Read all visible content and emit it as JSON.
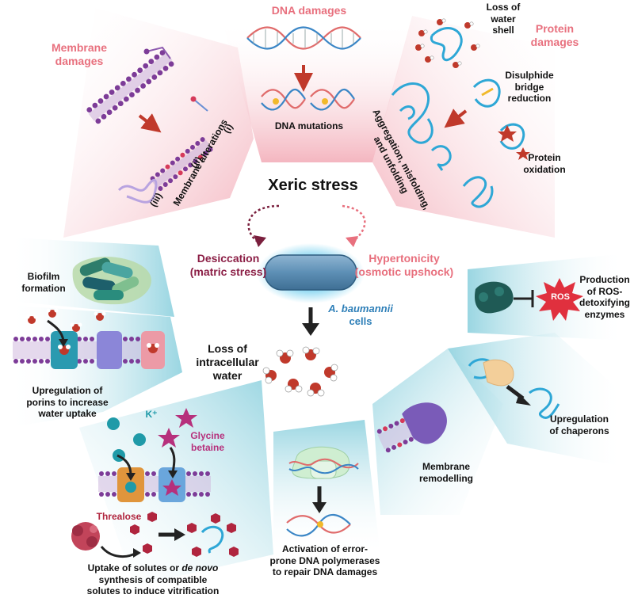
{
  "center": {
    "title": "Xeric stress",
    "desiccation_line1": "Desiccation",
    "desiccation_line2": "(matric stress)",
    "hypertonicity_line1": "Hypertonicity",
    "hypertonicity_line2": "(osmotic upshock)",
    "cells_line1": "A. baumannii",
    "cells_line2": "cells",
    "loss_line1": "Loss of",
    "loss_line2": "intracellular",
    "loss_line3": "water"
  },
  "top": {
    "dna_damages": "DNA damages",
    "dna_mutations": "DNA mutations",
    "membrane_damages_line1": "Membrane",
    "membrane_damages_line2": "damages",
    "membrane_alterations": "Membrane alterations",
    "roman_i": "(i)",
    "roman_ii": "(ii)",
    "roman_iii": "(iii)",
    "protein_damages_line1": "Protein",
    "protein_damages_line2": "damages",
    "water_shell_line1": "Loss of",
    "water_shell_line2": "water",
    "water_shell_line3": "shell",
    "disulphide_line1": "Disulphide",
    "disulphide_line2": "bridge",
    "disulphide_line3": "reduction",
    "oxidation_line1": "Protein",
    "oxidation_line2": "oxidation",
    "aggregation_line1": "Aggregation, misfolding,",
    "aggregation_line2": "and unfolding"
  },
  "responses": {
    "biofilm_line1": "Biofilm",
    "biofilm_line2": "formation",
    "porins_line1": "Upregulation of",
    "porins_line2": "porins to increase",
    "porins_line3": "water uptake",
    "k_ion": "K⁺",
    "glycine_line1": "Glycine",
    "glycine_line2": "betaine",
    "trehalose": "Threalose",
    "uptake_line1": "Uptake of solutes or ",
    "uptake_denovo": "de novo",
    "uptake_line2": "synthesis of compatible",
    "uptake_line3": "solutes to induce vitrification",
    "polymerase_line1": "Activation of error-",
    "polymerase_line2": "prone DNA polymerases",
    "polymerase_line3": "to repair DNA damages",
    "membrane_rem_line1": "Membrane",
    "membrane_rem_line2": "remodelling",
    "chaperons_line1": "Upregulation",
    "chaperons_line2": "of chaperons",
    "ros": "ROS",
    "ros_line1": "Production",
    "ros_line2": "of ROS-",
    "ros_line3": "detoxifying",
    "ros_line4": "enzymes"
  },
  "colors": {
    "pink_text": "#e8707e",
    "wine_text": "#8b1e45",
    "blue_text": "#2e7fb8",
    "panel_pink": "#f6c4cc",
    "panel_blue": "#a9dde6",
    "cell_blue": "#5d8fb5"
  }
}
